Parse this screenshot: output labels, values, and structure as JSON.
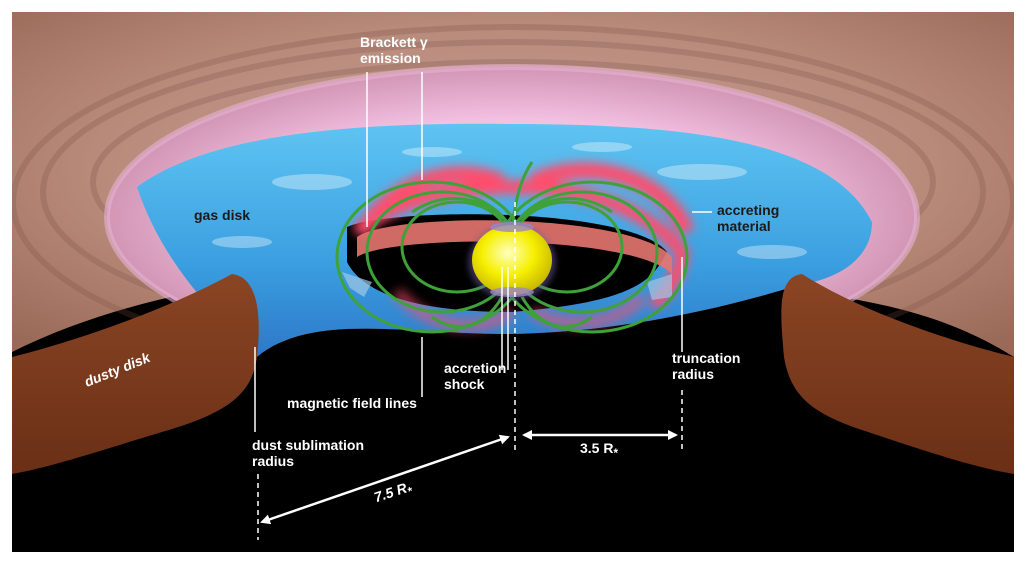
{
  "labels": {
    "brackett_line1": "Brackett γ",
    "brackett_line2": "emission",
    "gas_disk": "gas disk",
    "accreting_line1": "accreting",
    "accreting_line2": "material",
    "dusty_disk": "dusty disk",
    "magnetic_field_lines": "magnetic field lines",
    "accretion_line1": "accretion",
    "accretion_line2": "shock",
    "truncation_line1": "truncation",
    "truncation_line2": "radius",
    "dust_sub_line1": "dust sublimation",
    "dust_sub_line2": "radius",
    "dist_truncation": "3.5 R",
    "dist_truncation_sub": "*",
    "dist_dust": "7.5 R",
    "dist_dust_sub": "*"
  },
  "colors": {
    "outer_disk": "#b98a78",
    "pink_glow": "#f4c8e6",
    "gas_blue": "#3aa7e6",
    "dusty_brown": "#7a3a1e",
    "field_green": "#3fa13a",
    "emission_red": "#ff4d6d",
    "star_yellow": "#f4f000"
  }
}
